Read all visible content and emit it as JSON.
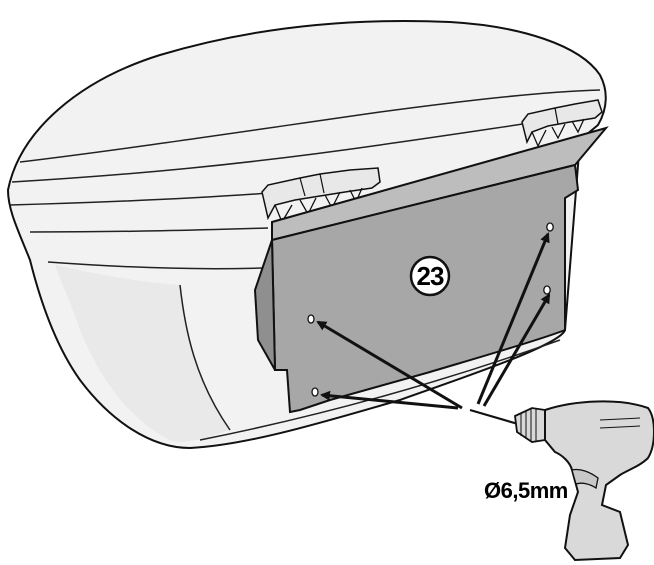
{
  "diagram": {
    "part_number": "23",
    "drill_size": "Ø6,5mm",
    "colors": {
      "case_fill": "#f2f2f2",
      "case_shadow": "#e4e4e4",
      "plate_fill": "#a7a7a7",
      "plate_top_fill": "#bdbdbd",
      "drill_fill": "#d9d9d9",
      "outline": "#111111"
    },
    "icons": [
      "top-case",
      "mounting-plate",
      "hinge",
      "drill",
      "arrow"
    ]
  }
}
